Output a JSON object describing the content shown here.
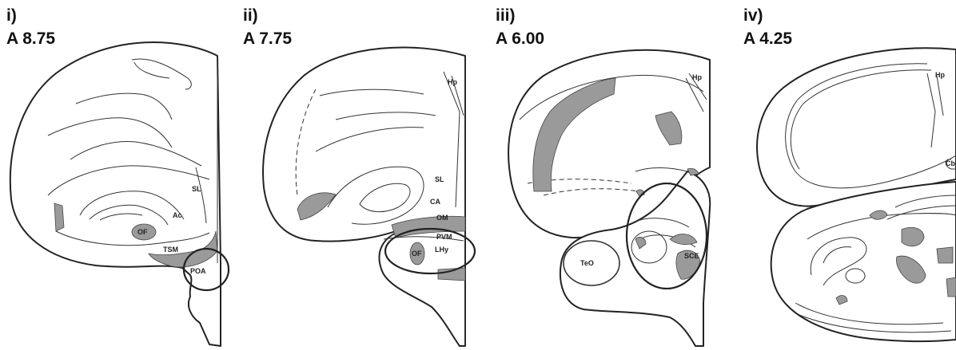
{
  "panels": [
    {
      "number": "i)",
      "coordinate": "A 8.75",
      "labels": [
        "SL",
        "Ac",
        "OF",
        "TSM",
        "POA"
      ]
    },
    {
      "number": "ii)",
      "coordinate": "A 7.75",
      "labels": [
        "Hp",
        "SL",
        "CA",
        "OM",
        "PVM",
        "OF",
        "LHy"
      ]
    },
    {
      "number": "iii)",
      "coordinate": "A 6.00",
      "labels": [
        "Hp",
        "TeO",
        "SCE"
      ]
    },
    {
      "number": "iv)",
      "coordinate": "A 4.25",
      "labels": [
        "Hp",
        "Cb"
      ]
    }
  ],
  "colors": {
    "outline": "#222222",
    "shaded_region": "#9a9a9a",
    "background": "#ffffff"
  }
}
